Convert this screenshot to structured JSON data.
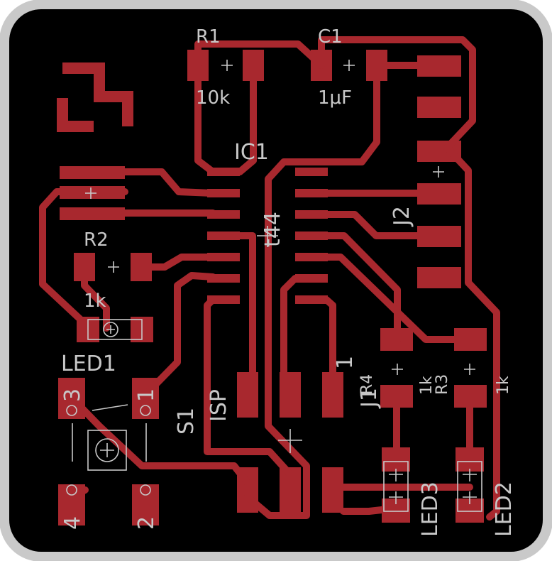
{
  "colors": {
    "board_outline": "#c9c9c9",
    "background": "#000000",
    "copper": "#a8282e",
    "silkscreen": "#c8c8c8"
  },
  "labels": {
    "r1_name": "R1",
    "r1_value": "10k",
    "c1_name": "C1",
    "c1_value": "1μF",
    "ic1_name": "IC1",
    "ic1_value": "t44",
    "j2_name": "J2",
    "r2_name": "R2",
    "r2_value": "1k",
    "led1_name": "LED1",
    "s1_name": "S1",
    "isp_name": "ISP",
    "isp_pin1": "1",
    "j1_name": "J1",
    "r4_name": "R4",
    "r4_value": "1k",
    "r3_name": "R3",
    "r3_value": "1k",
    "led3_name": "LED3",
    "led2_name": "LED2",
    "s1_pin1": "1",
    "s1_pin2": "2",
    "s1_pin3": "3",
    "s1_pin4": "4"
  }
}
